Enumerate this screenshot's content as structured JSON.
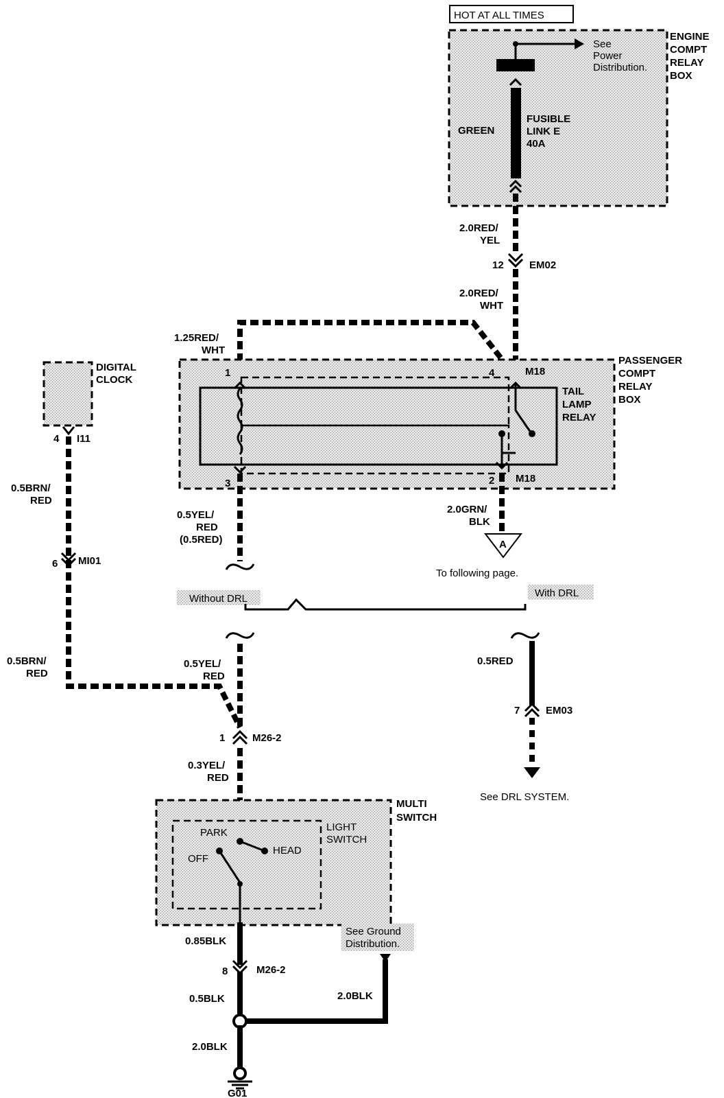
{
  "hot_label": "HOT AT ALL TIMES",
  "engine_box": {
    "name_lines": [
      "ENGINE",
      "COMPT",
      "RELAY",
      "BOX"
    ],
    "see_lines": [
      "See",
      "Power",
      "Distribution."
    ],
    "fuse_color": "GREEN",
    "fuse_lines": [
      "FUSIBLE",
      "LINK E",
      "40A"
    ]
  },
  "wire_top_1": [
    "2.0RED/",
    "YEL"
  ],
  "conn_em02": {
    "pin": "12",
    "name": "EM02"
  },
  "wire_top_2": [
    "2.0RED/",
    "WHT"
  ],
  "wire_125": [
    "1.25RED/",
    "WHT"
  ],
  "passenger_box": {
    "name_lines": [
      "PASSENGER",
      "COMPT",
      "RELAY",
      "BOX"
    ],
    "relay_lines": [
      "TAIL",
      "LAMP",
      "RELAY"
    ],
    "pin1": "1",
    "pin3": "3",
    "pin4": "4",
    "pin2": "2",
    "conn_top": "M18",
    "conn_bot": "M18"
  },
  "digital_clock": {
    "lines": [
      "DIGITAL",
      "CLOCK"
    ],
    "pin": "4",
    "conn": "I11"
  },
  "wire_brn_1": [
    "0.5BRN/",
    "RED"
  ],
  "conn_mi01": {
    "pin": "6",
    "name": "MI01"
  },
  "wire_brn_2": [
    "0.5BRN/",
    "RED"
  ],
  "wire_yel_red_1": [
    "0.5YEL/",
    "RED",
    "(0.5RED)"
  ],
  "wire_grn_blk": [
    "2.0GRN/",
    "BLK"
  ],
  "offpage": {
    "letter": "A",
    "text": "To following page."
  },
  "without_drl": "Without DRL",
  "with_drl": "With DRL",
  "wire_yel_red_2": [
    "0.5YEL/",
    "RED"
  ],
  "wire_red": "0.5RED",
  "conn_em03": {
    "pin": "7",
    "name": "EM03"
  },
  "see_drl": "See DRL SYSTEM.",
  "conn_m26_1": {
    "pin": "1",
    "name": "M26-2"
  },
  "wire_yel_red_3": [
    "0.3YEL/",
    "RED"
  ],
  "multi_switch": {
    "name_lines": [
      "MULTI",
      "SWITCH"
    ],
    "light_lines": [
      "LIGHT",
      "SWITCH"
    ],
    "park": "PARK",
    "head": "HEAD",
    "off": "OFF"
  },
  "wire_085": "0.85BLK",
  "conn_m26_2": {
    "pin": "8",
    "name": "M26-2"
  },
  "see_ground": [
    "See Ground",
    "Distribution."
  ],
  "wire_05blk": "0.5BLK",
  "wire_20blk_right": "2.0BLK",
  "wire_20blk_bottom": "2.0BLK",
  "ground": "G01"
}
